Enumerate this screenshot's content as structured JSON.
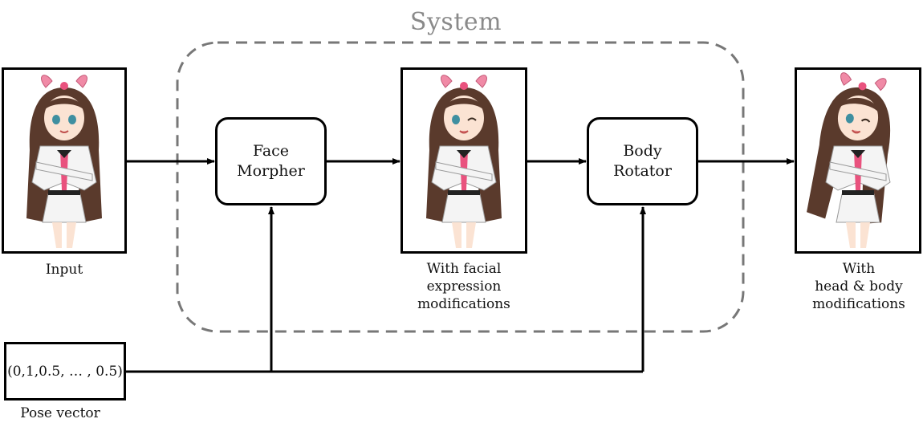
{
  "diagram": {
    "system_label": "System",
    "input_caption": "Input",
    "facial_caption_lines": [
      "With facial",
      "expression",
      "modifications"
    ],
    "output_caption_lines": [
      "With",
      "head & body",
      "modifications"
    ],
    "face_morpher_lines": [
      "Face",
      "Morpher"
    ],
    "body_rotator_lines": [
      "Body",
      "Rotator"
    ],
    "pose_vector_value": "(0,1,0.5, … , 0.5)",
    "pose_vector_caption": "Pose vector"
  },
  "colors": {
    "stroke": "#000000",
    "system_border": "#777777",
    "system_label": "#8a8a8a",
    "hair": "#5a3a2c",
    "bow": "#f08aa6",
    "ribbon_pink": "#e9527e",
    "outfit_white": "#f4f4f4",
    "skin": "#fbe3d3",
    "eyes": "#3f8fa0"
  },
  "icons": {
    "input_image": "anime-girl-image",
    "facial_image": "anime-girl-winking-image",
    "output_image": "anime-girl-head-tilt-image"
  }
}
